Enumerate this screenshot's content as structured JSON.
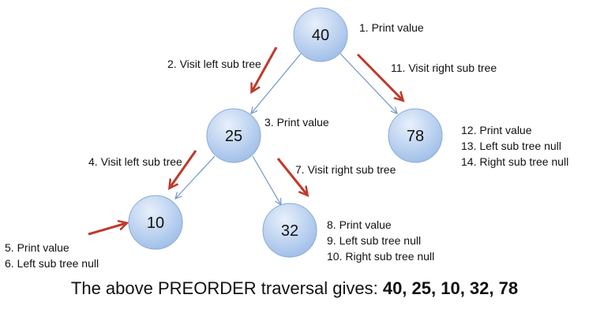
{
  "colors": {
    "node_fill_light": "#e8f0fb",
    "node_fill_dark": "#9dbde8",
    "node_stroke": "#8aaad6",
    "edge": "#6f95cc",
    "arrow": "#c0392b"
  },
  "nodes": {
    "n40": "40",
    "n25": "25",
    "n78": "78",
    "n10": "10",
    "n32": "32"
  },
  "steps": {
    "s1": "1. Print value",
    "s2": "2. Visit left sub tree",
    "s3": "3. Print value",
    "s4": "4. Visit left sub tree",
    "s5": "5. Print value",
    "s6": "6. Left sub tree null",
    "s7": "7. Visit right sub tree",
    "s8": "8. Print value",
    "s9": "9. Left sub tree null",
    "s10": "10. Right sub tree null",
    "s11": "11. Visit right sub tree",
    "s12": "12. Print value",
    "s13": "13. Left sub tree null",
    "s14": "14. Right sub tree null"
  },
  "caption": {
    "prefix": "The above PREORDER traversal gives: ",
    "result": "40, 25, 10, 32, 78"
  }
}
